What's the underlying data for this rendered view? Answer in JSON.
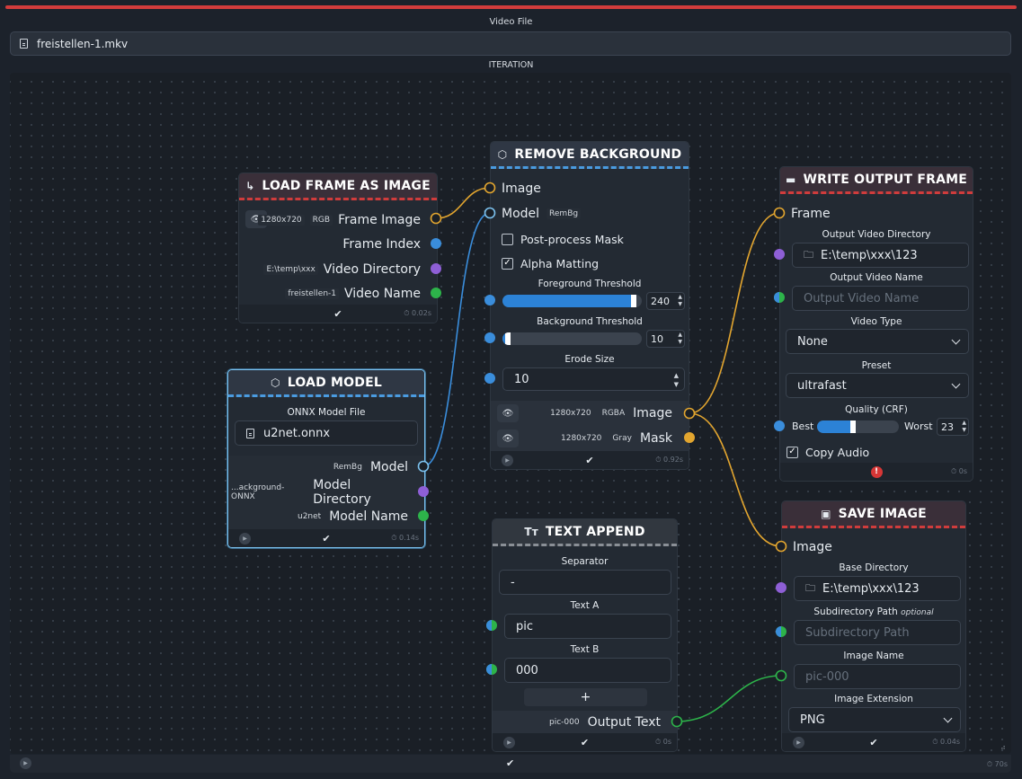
{
  "header": {
    "video_file_label": "Video File",
    "video_file_value": "freistellen-1.mkv",
    "iteration_label": "ITERATION"
  },
  "colors": {
    "accent_red": "#d03c3c",
    "accent_blue": "#4a9be0",
    "wire_orange": "#e2a52f",
    "wire_green": "#2db34a",
    "port_blue": "#3a8ddb",
    "port_purple": "#8e5fd6",
    "port_green": "#2db34a"
  },
  "load_frame": {
    "title": "LOAD FRAME AS IMAGE",
    "out_frame_image": {
      "size": "1280x720",
      "mode": "RGB",
      "label": "Frame Image"
    },
    "out_frame_index": {
      "label": "Frame Index"
    },
    "out_video_directory": {
      "value": "E:\\temp\\xxx",
      "label": "Video Directory"
    },
    "out_video_name": {
      "value": "freistellen-1",
      "label": "Video Name"
    },
    "time": "0.02s"
  },
  "load_model": {
    "title": "LOAD MODEL",
    "field_label": "ONNX Model File",
    "field_value": "u2net.onnx",
    "out_model": {
      "chip": "RemBg",
      "label": "Model"
    },
    "out_model_directory": {
      "chip": "...ackground-ONNX",
      "label": "Model Directory"
    },
    "out_model_name": {
      "chip": "u2net",
      "label": "Model Name"
    },
    "time": "0.14s"
  },
  "remove_bg": {
    "title": "REMOVE BACKGROUND",
    "in_image": "Image",
    "in_model": {
      "label": "Model",
      "chip": "RemBg"
    },
    "postprocess_label": "Post-process Mask",
    "postprocess_checked": false,
    "alpha_label": "Alpha Matting",
    "alpha_checked": true,
    "fg_label": "Foreground Threshold",
    "fg_value": "240",
    "fg_fraction": 0.94,
    "bg_label": "Background Threshold",
    "bg_value": "10",
    "bg_fraction": 0.04,
    "erode_label": "Erode Size",
    "erode_value": "10",
    "out_image": {
      "size": "1280x720",
      "mode": "RGBA",
      "label": "Image"
    },
    "out_mask": {
      "size": "1280x720",
      "mode": "Gray",
      "label": "Mask"
    },
    "time": "0.92s"
  },
  "text_append": {
    "title": "TEXT APPEND",
    "separator_label": "Separator",
    "separator_value": "-",
    "text_a_label": "Text A",
    "text_a_value": "pic",
    "text_b_label": "Text B",
    "text_b_value": "000",
    "add_label": "+",
    "out_text": {
      "chip": "pic-000",
      "label": "Output Text"
    },
    "time": "0s"
  },
  "write_frame": {
    "title": "WRITE OUTPUT FRAME",
    "in_frame": "Frame",
    "dir_label": "Output Video Directory",
    "dir_value": "E:\\temp\\xxx\\123",
    "name_label": "Output Video Name",
    "name_placeholder": "Output Video Name",
    "type_label": "Video Type",
    "type_value": "None",
    "preset_label": "Preset",
    "preset_value": "ultrafast",
    "quality_label": "Quality (CRF)",
    "quality_best": "Best",
    "quality_worst": "Worst",
    "quality_value": "23",
    "quality_fraction": 0.44,
    "copy_audio_label": "Copy Audio",
    "copy_audio_checked": true,
    "error_icon": "!",
    "time": "0s"
  },
  "save_image": {
    "title": "SAVE IMAGE",
    "in_image": "Image",
    "base_dir_label": "Base Directory",
    "base_dir_value": "E:\\temp\\xxx\\123",
    "subdir_label": "Subdirectory Path",
    "subdir_optional": "optional",
    "subdir_placeholder": "Subdirectory Path",
    "image_name_label": "Image Name",
    "image_name_placeholder": "pic-000",
    "ext_label": "Image Extension",
    "ext_value": "PNG",
    "time": "0.04s"
  },
  "footer": {
    "time": "70s"
  }
}
